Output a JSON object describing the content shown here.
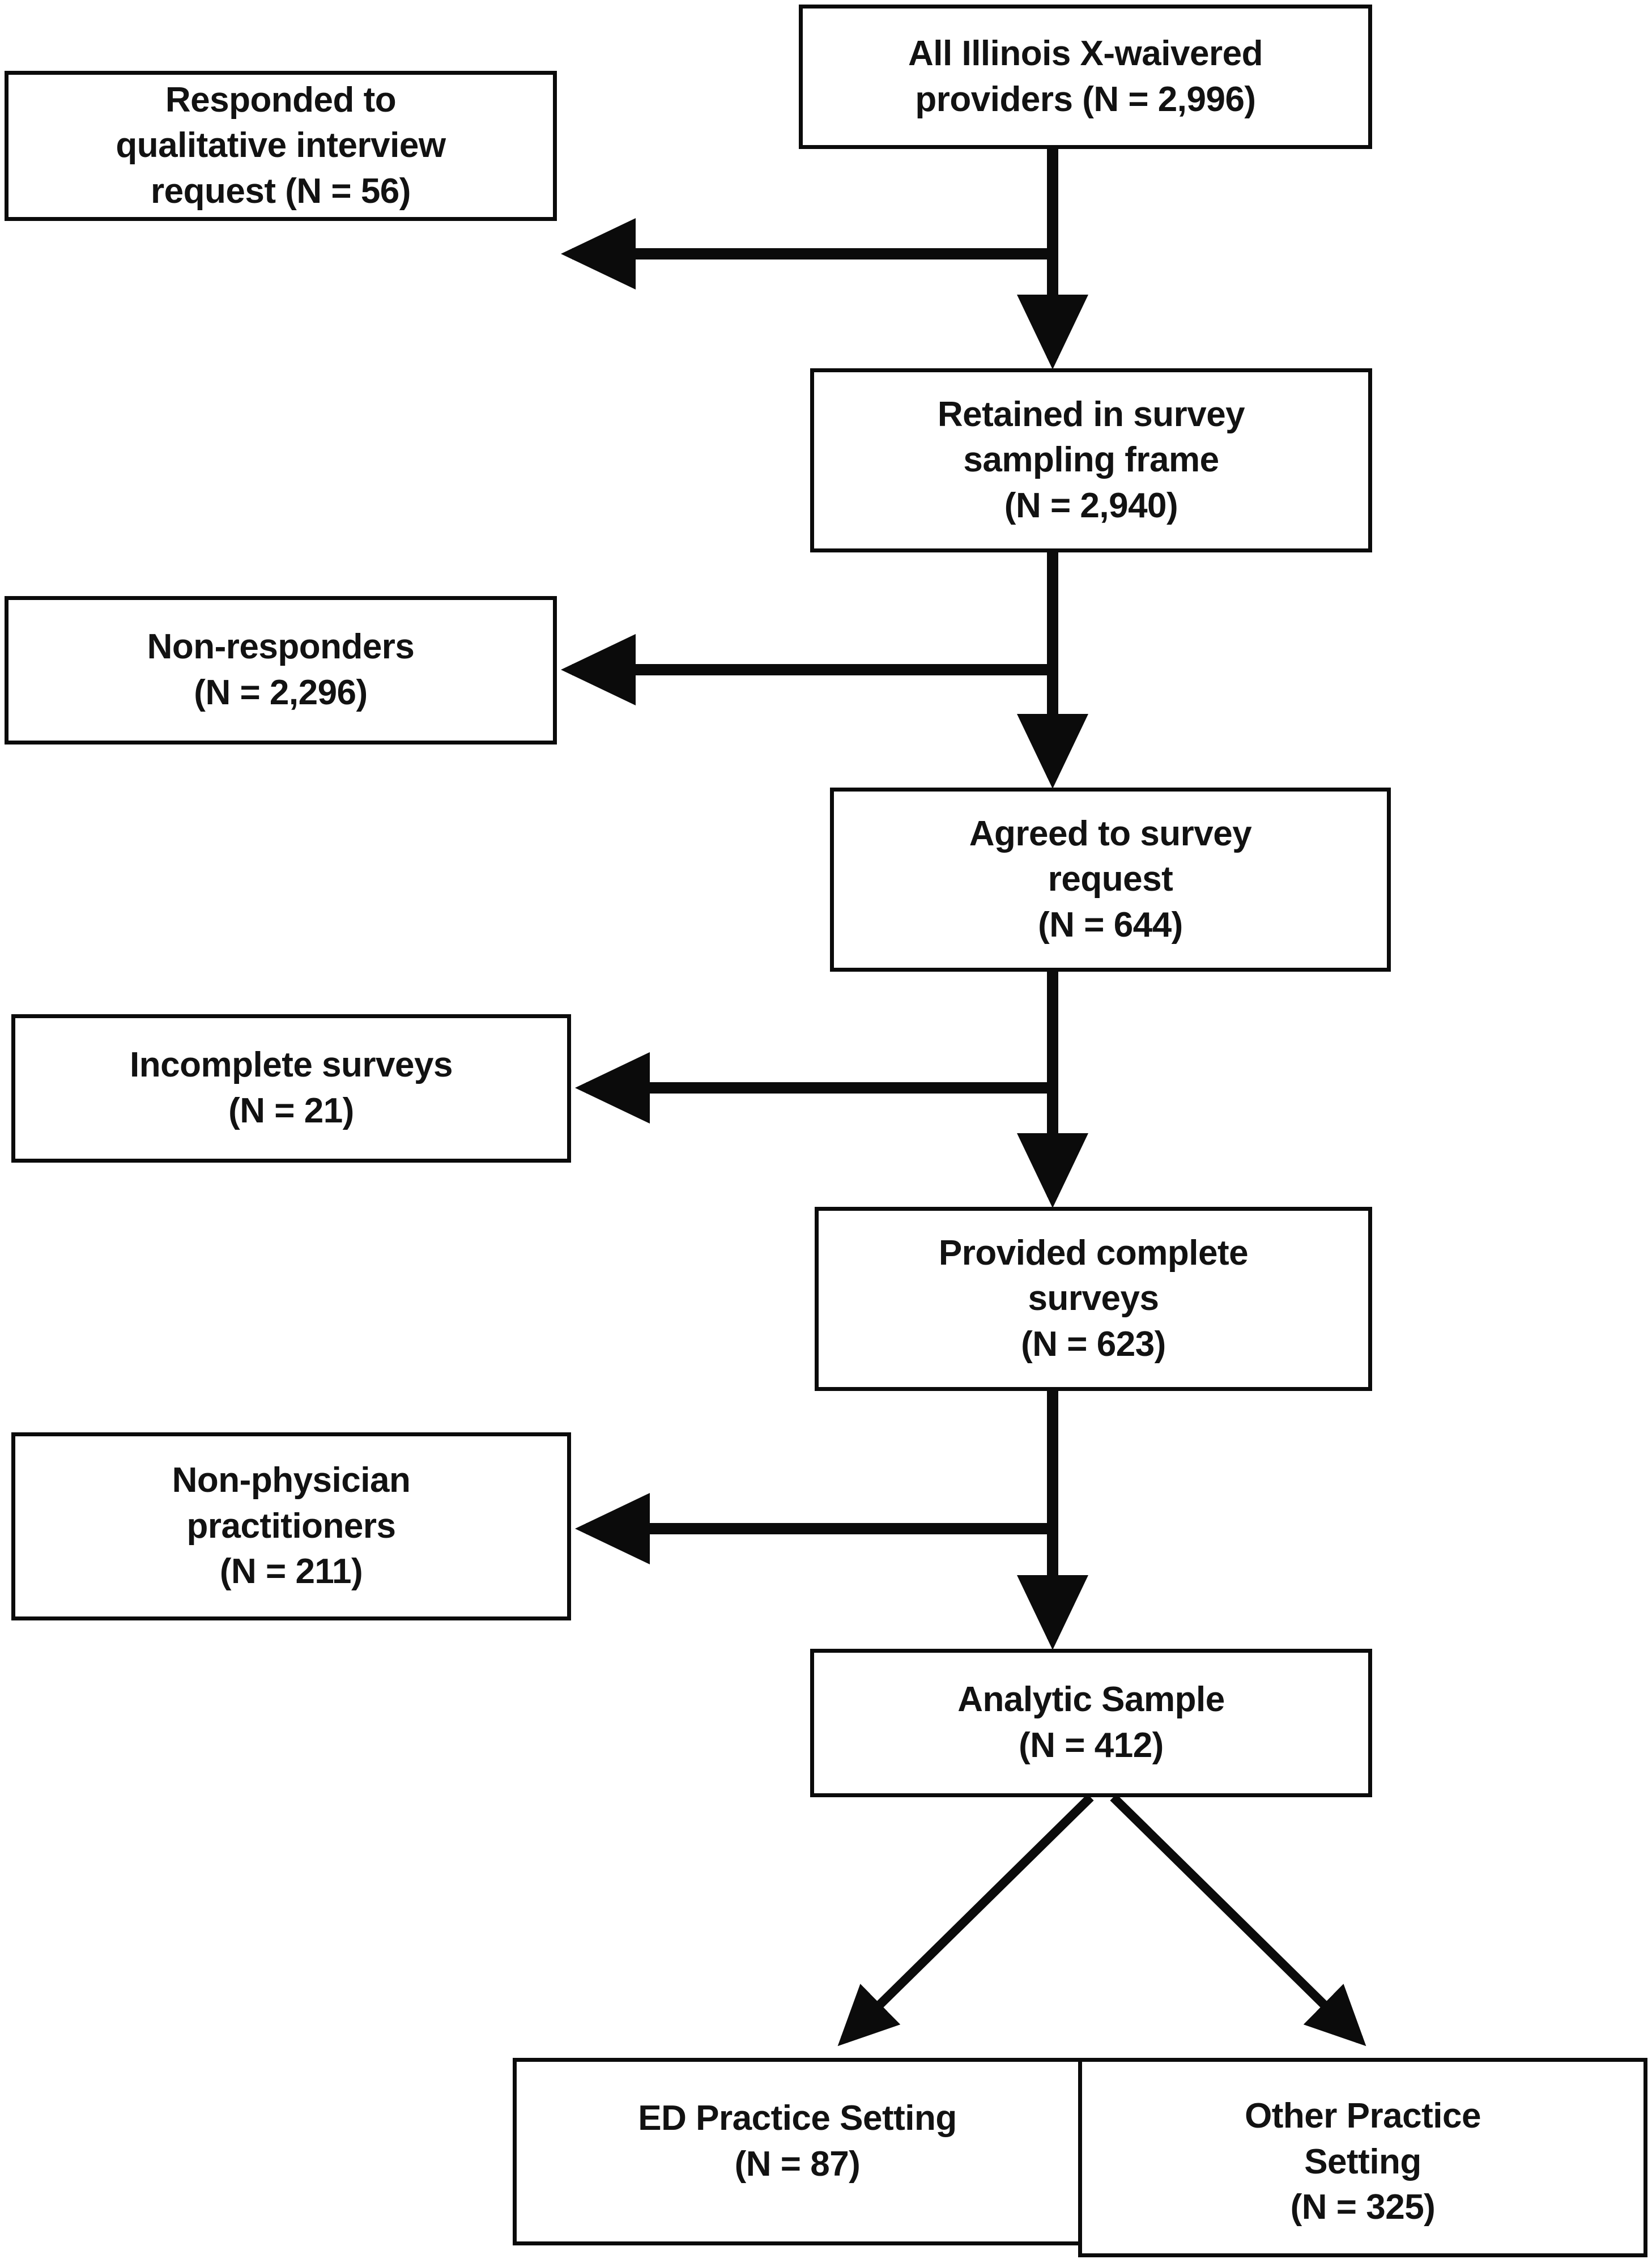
{
  "diagram": {
    "type": "flowchart",
    "title": "Study sample selection flow diagram",
    "colors": {
      "stroke": "#0b0b0b",
      "fill": "#ffffff",
      "text": "#121212"
    },
    "nodes": {
      "all_providers": {
        "id": "all-providers",
        "lines": [
          "All Illinois X-waivered",
          "providers (N = 2,996)"
        ],
        "line1": "All Illinois X-waivered",
        "line2": "providers (N = 2,996)",
        "count": 2996
      },
      "qualitative_interview": {
        "id": "responded-qualitative-interview",
        "line1": "Responded to",
        "line2": "qualitative interview",
        "line3": "request (N = 56)",
        "count": 56
      },
      "sampling_frame": {
        "id": "retained-sampling-frame",
        "line1": "Retained in survey",
        "line2": "sampling frame",
        "line3": "(N = 2,940)",
        "count": 2940
      },
      "non_responders": {
        "id": "non-responders",
        "line1": "Non-responders",
        "line2": "(N = 2,296)",
        "count": 2296
      },
      "agreed_survey": {
        "id": "agreed-to-survey-request",
        "line1": "Agreed to survey",
        "line2": "request",
        "line3": "(N = 644)",
        "count": 644
      },
      "incomplete_surveys": {
        "id": "incomplete-surveys",
        "line1": "Incomplete surveys",
        "line2": "(N = 21)",
        "count": 21
      },
      "complete_surveys": {
        "id": "provided-complete-surveys",
        "line1": "Provided complete",
        "line2": "surveys",
        "line3": "(N = 623)",
        "count": 623
      },
      "non_physician": {
        "id": "non-physician-practitioners",
        "line1": "Non-physician",
        "line2": "practitioners",
        "line3": "(N = 211)",
        "count": 211
      },
      "analytic_sample": {
        "id": "analytic-sample",
        "line1": "Analytic Sample",
        "line2": "(N = 412)",
        "count": 412
      },
      "ed_setting": {
        "id": "ed-practice-setting",
        "line1": "ED Practice Setting",
        "line2": "(N = 87)",
        "count": 87
      },
      "other_setting": {
        "id": "other-practice-setting",
        "line1": "Other Practice",
        "line2": "Setting",
        "line3": "(N = 325)",
        "count": 325
      }
    },
    "edges": [
      {
        "from": "all_providers",
        "to": "sampling_frame",
        "kind": "down-arrow"
      },
      {
        "from": "all_providers",
        "to": "qualitative_interview",
        "kind": "left-arrow"
      },
      {
        "from": "sampling_frame",
        "to": "agreed_survey",
        "kind": "down-arrow"
      },
      {
        "from": "sampling_frame",
        "to": "non_responders",
        "kind": "left-arrow"
      },
      {
        "from": "agreed_survey",
        "to": "complete_surveys",
        "kind": "down-arrow"
      },
      {
        "from": "agreed_survey",
        "to": "incomplete_surveys",
        "kind": "left-arrow"
      },
      {
        "from": "complete_surveys",
        "to": "analytic_sample",
        "kind": "down-arrow"
      },
      {
        "from": "complete_surveys",
        "to": "non_physician",
        "kind": "left-arrow"
      },
      {
        "from": "analytic_sample",
        "to": "ed_setting",
        "kind": "diagonal-arrow"
      },
      {
        "from": "analytic_sample",
        "to": "other_setting",
        "kind": "diagonal-arrow"
      }
    ]
  }
}
